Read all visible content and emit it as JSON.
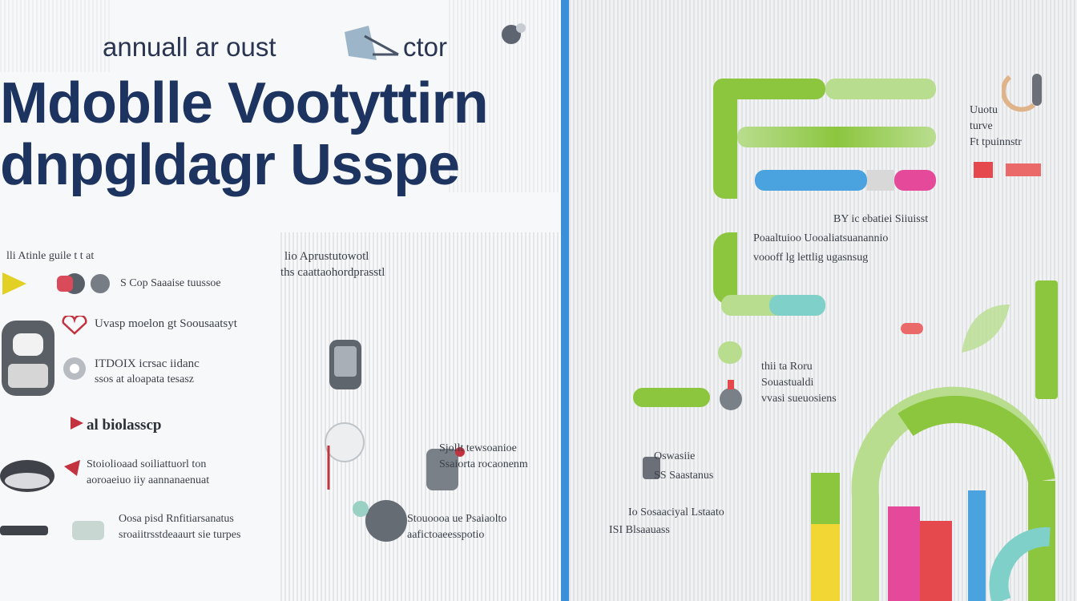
{
  "header": {
    "kicker": "annuall ar oust",
    "kicker_right": "ctor",
    "title_line1": "Mdoblle Vootyttirn",
    "title_line2": "dnpgldagr Usspe"
  },
  "left_items": [
    {
      "line1": "lli Atinle guile  t t at",
      "line2": "S    Cop Saaaise tuussoe"
    },
    {
      "line1": "lio Aprustutowotl",
      "line2": "ths caattaohordprasstl"
    },
    {
      "line1": "Uvasp moelon gt  Soousaatsyt",
      "line2": ""
    },
    {
      "line1": "ITDOIX icrsac iidanc",
      "line2": "ssos at aloapata tesasz"
    },
    {
      "line1": "al biolasscp",
      "line2": ""
    },
    {
      "line1": "Stoiolioaad soiliattuorl ton",
      "line2": "aoroaeiuo iiy aannanaenuat"
    },
    {
      "line1": "Oosa pisd Rnfitiarsanatus",
      "line2": "sroaiitrsstdeaaurt sie turpes"
    },
    {
      "line1": "Sjollt tewsoanioe",
      "line2": "Ssaiorta rocaonenm"
    },
    {
      "line1": "Stouoooa ue Psaiaolto",
      "line2": "aafictoaeesspotio"
    }
  ],
  "right_labels": {
    "r1": [
      "Uuotu",
      "turve",
      "Ft tpuinnstr"
    ],
    "r2": [
      "BY ic ebatiei Siiuisst",
      "Poaaltuioo Uooaliatsuanannio",
      "voooff lg lettlig ugasnsug"
    ],
    "r3": [
      "thii ta Roru",
      "Souastualdi",
      "vvasi sueuosiens"
    ],
    "r4": [
      "Oswasiie",
      "SS Saastanus"
    ],
    "r5": [
      "Io Sosaaciyal Lstaato",
      "ISI Blsaauass"
    ]
  },
  "colors": {
    "accent_blue": "#3a8fd8",
    "title_navy": "#1e3460",
    "green": "#8cc63f",
    "light_green": "#b9dd8f",
    "teal": "#7fd0c8",
    "sky": "#4aa3df",
    "pink": "#e5499a",
    "red": "#e53c3c",
    "yellow": "#f2d634"
  }
}
